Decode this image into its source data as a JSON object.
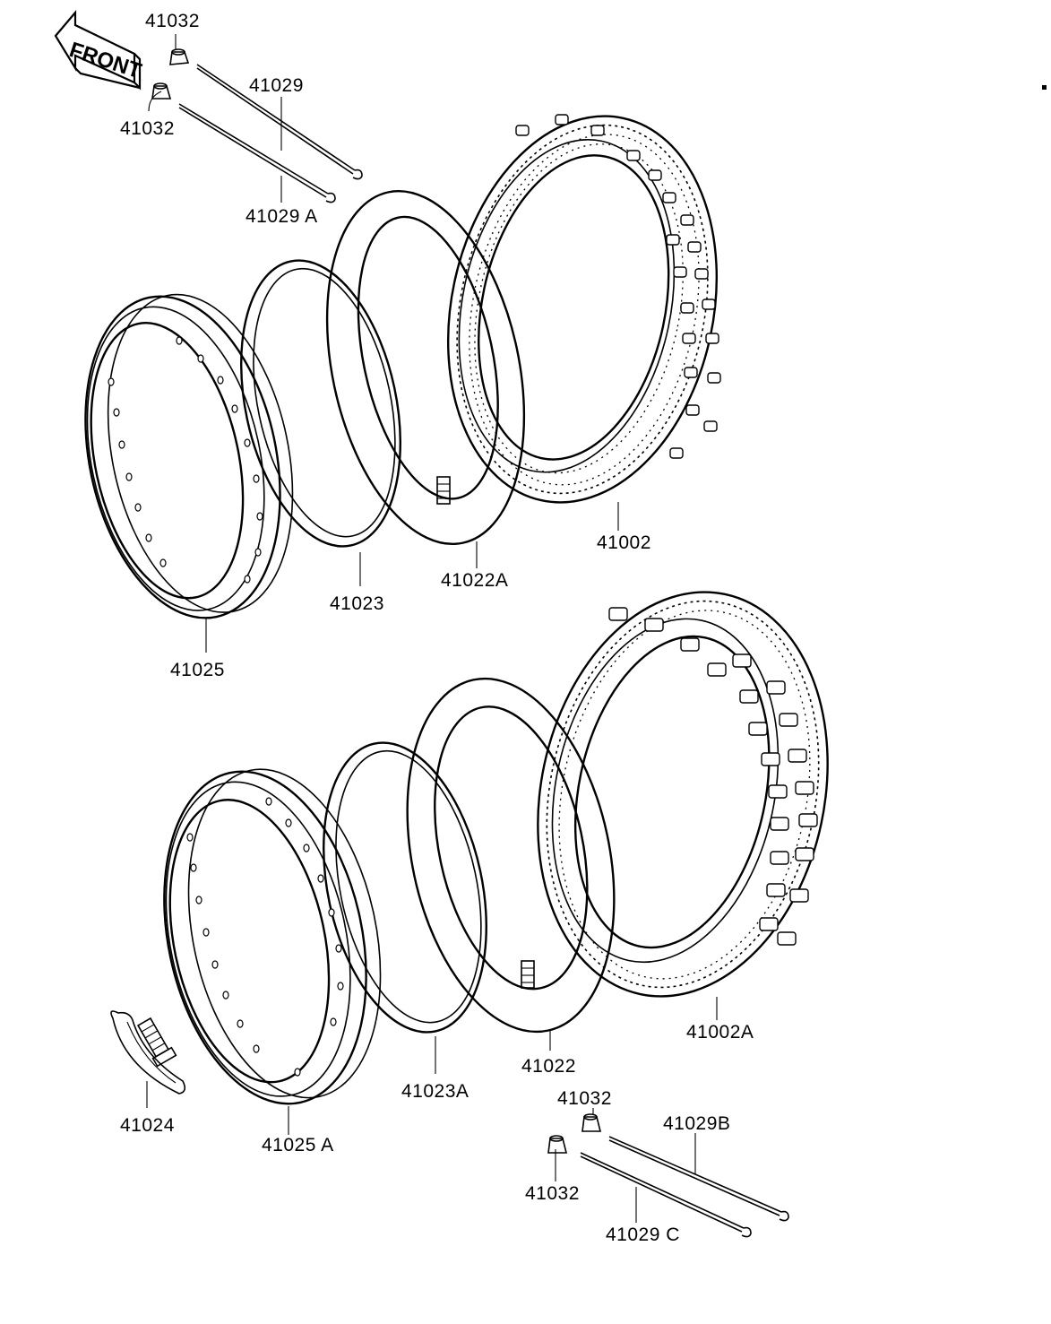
{
  "front_arrow": {
    "text": "FRONT"
  },
  "parts": [
    {
      "id": "p41032_a",
      "text": "41032"
    },
    {
      "id": "p41029",
      "text": "41029"
    },
    {
      "id": "p41032_b",
      "text": "41032"
    },
    {
      "id": "p41029A",
      "text": "41029 A"
    },
    {
      "id": "p41002",
      "text": "41002"
    },
    {
      "id": "p41022A",
      "text": "41022A"
    },
    {
      "id": "p41023",
      "text": "41023"
    },
    {
      "id": "p41025",
      "text": "41025"
    },
    {
      "id": "p41002A",
      "text": "41002A"
    },
    {
      "id": "p41022",
      "text": "41022"
    },
    {
      "id": "p41023A",
      "text": "41023A"
    },
    {
      "id": "p41024",
      "text": "41024"
    },
    {
      "id": "p41025A",
      "text": "41025 A"
    },
    {
      "id": "p41032_c",
      "text": "41032"
    },
    {
      "id": "p41029B",
      "text": "41029B"
    },
    {
      "id": "p41032_d",
      "text": "41032"
    },
    {
      "id": "p41029C",
      "text": "41029 C"
    }
  ]
}
